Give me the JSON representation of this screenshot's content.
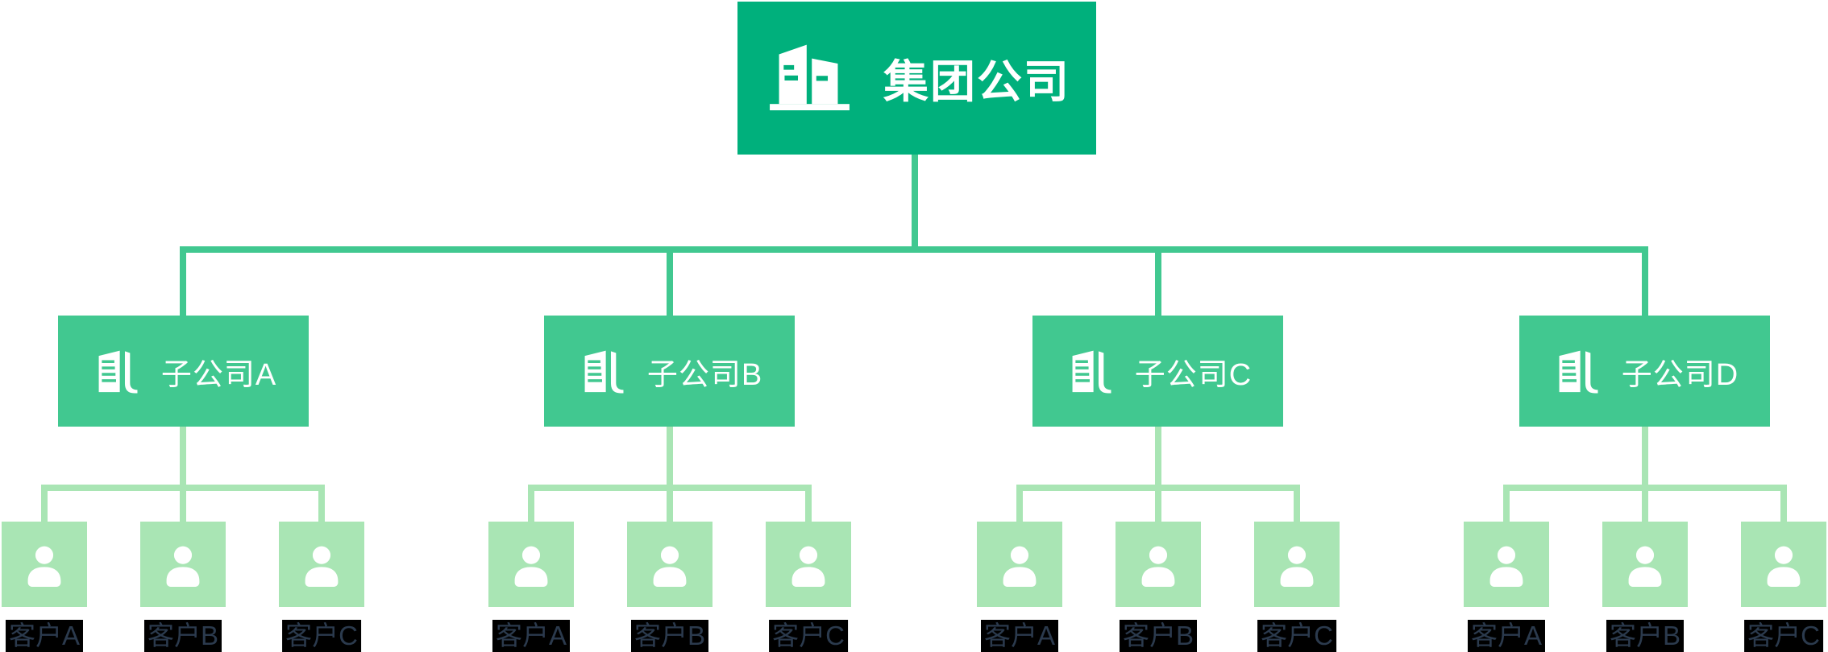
{
  "colors": {
    "background": "#ffffff",
    "root_green": "#00b07c",
    "mid_green": "#41c890",
    "light_green": "#a9e5b4",
    "node_text": "#ffffff",
    "customer_label_text": "#2b3a4d",
    "customer_label_bg": "#000000"
  },
  "root": {
    "label": "集团公司",
    "icon": "group-buildings-icon"
  },
  "subsidiaries": [
    {
      "label": "子公司A",
      "icon": "office-building-icon",
      "customers": [
        {
          "label": "客户A"
        },
        {
          "label": "客户B"
        },
        {
          "label": "客户C"
        }
      ]
    },
    {
      "label": "子公司B",
      "icon": "office-building-icon",
      "customers": [
        {
          "label": "客户A"
        },
        {
          "label": "客户B"
        },
        {
          "label": "客户C"
        }
      ]
    },
    {
      "label": "子公司C",
      "icon": "office-building-icon",
      "customers": [
        {
          "label": "客户A"
        },
        {
          "label": "客户B"
        },
        {
          "label": "客户C"
        }
      ]
    },
    {
      "label": "子公司D",
      "icon": "office-building-icon",
      "customers": [
        {
          "label": "客户A"
        },
        {
          "label": "客户B"
        },
        {
          "label": "客户C"
        }
      ]
    }
  ]
}
